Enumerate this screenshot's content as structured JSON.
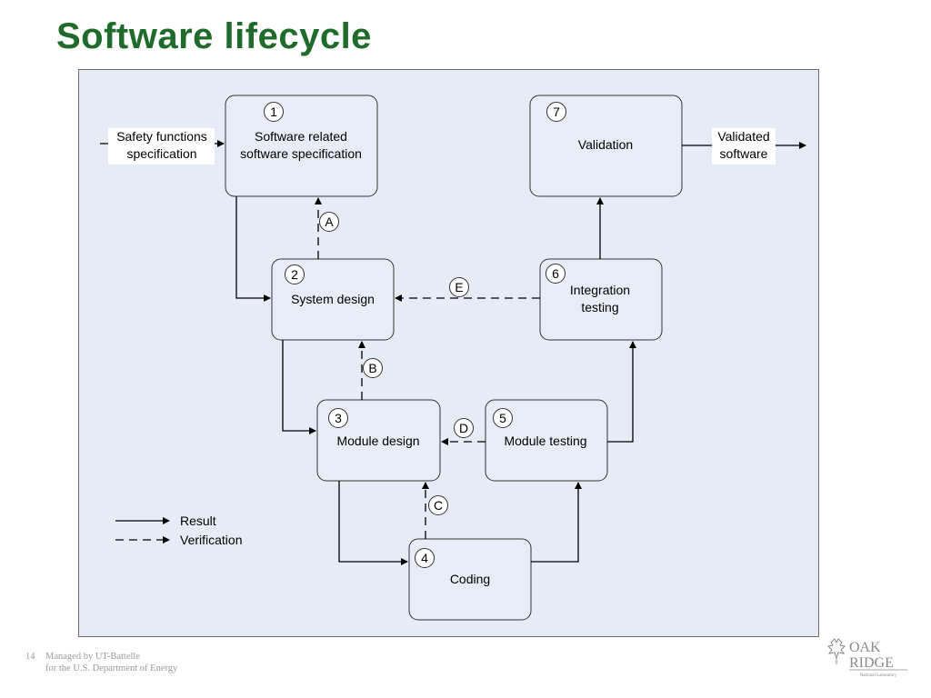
{
  "slide": {
    "title": "Software lifecycle"
  },
  "diagram": {
    "input_label_line1": "Safety functions",
    "input_label_line2": "specification",
    "output_label_line1": "Validated",
    "output_label_line2": "software",
    "boxes": [
      {
        "num": "1",
        "line1": "Software related",
        "line2": "software specification"
      },
      {
        "num": "2",
        "line1": "System design",
        "line2": ""
      },
      {
        "num": "3",
        "line1": "Module design",
        "line2": ""
      },
      {
        "num": "4",
        "line1": "Coding",
        "line2": ""
      },
      {
        "num": "5",
        "line1": "Module testing",
        "line2": ""
      },
      {
        "num": "6",
        "line1": "Integration",
        "line2": "testing"
      },
      {
        "num": "7",
        "line1": "Validation",
        "line2": ""
      }
    ],
    "verification_markers": [
      "A",
      "B",
      "C",
      "D",
      "E"
    ],
    "legend": {
      "result": "Result",
      "verification": "Verification"
    }
  },
  "footer": {
    "page_number": "14",
    "line1": "Managed by UT-Battelle",
    "line2": "for the U.S. Department of Energy"
  },
  "logo": {
    "line1": "OAK",
    "line2": "RIDGE",
    "line3": "National Laboratory"
  },
  "colors": {
    "title": "#1f6b2b",
    "panel_bg": "#e6ebf5",
    "box_bg": "#e8ecf6",
    "footer_text": "#9a9a9a"
  }
}
